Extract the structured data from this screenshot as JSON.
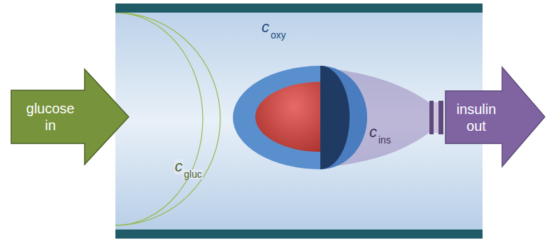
{
  "diagram": {
    "nodes": [
      {
        "text": [
          "glucose in"
        ]
      },
      {
        "text": [
          "insulin out"
        ]
      }
    ],
    "labels": [
      "c",
      "oxy",
      "c",
      "gluc",
      "c",
      "ins"
    ]
  }
}
